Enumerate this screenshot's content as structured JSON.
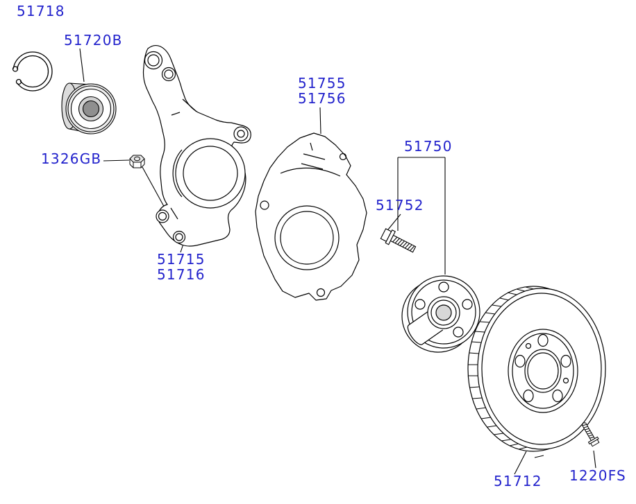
{
  "labels": {
    "snap_ring": "51718",
    "wheel_bearing": "51720B",
    "flange_nut": "1326GB",
    "knuckle_a": "51715",
    "knuckle_b": "51716",
    "dust_cover_a": "51755",
    "dust_cover_b": "51756",
    "hub_assembly": "51750",
    "hub_bolt": "51752",
    "brake_disc": "51712",
    "disc_screw": "1220FS"
  },
  "colors": {
    "label_text": "#2222cc",
    "line": "#000000",
    "background": "#ffffff"
  }
}
